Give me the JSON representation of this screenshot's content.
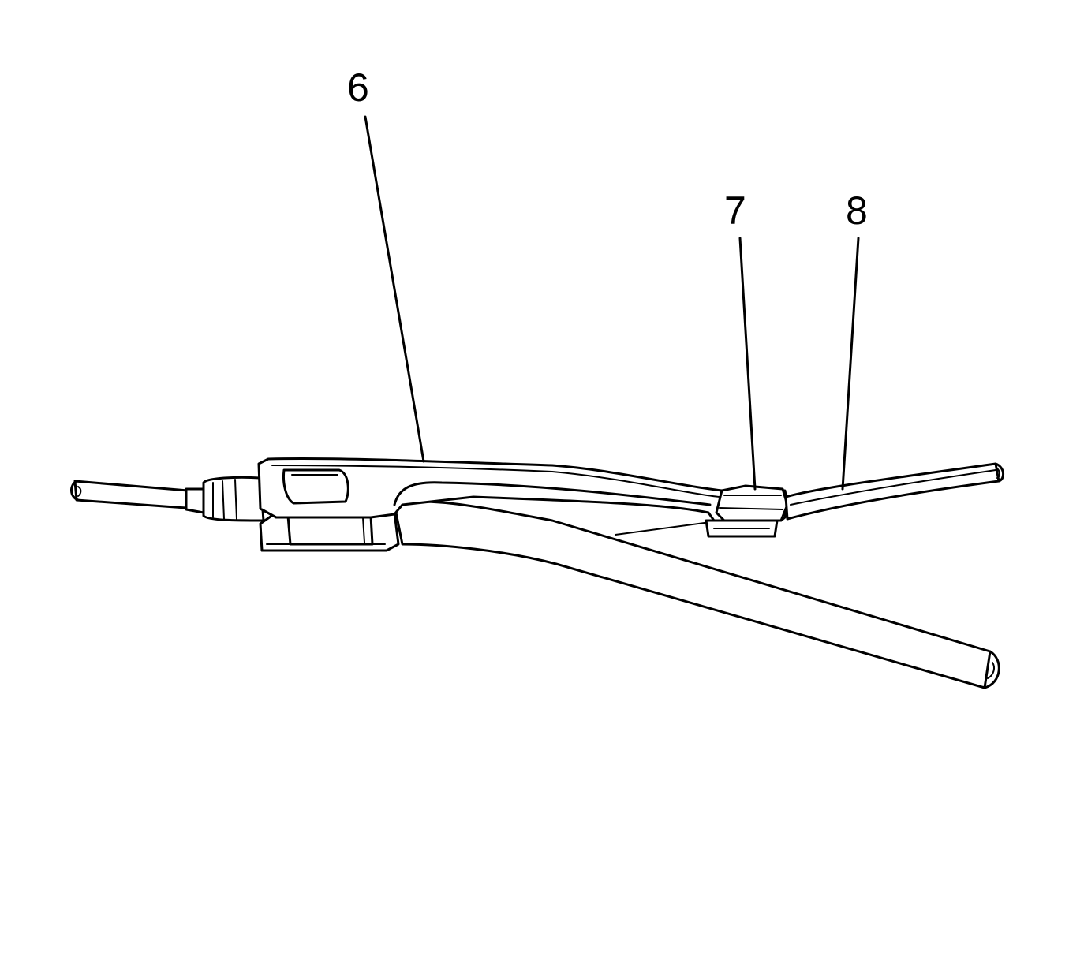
{
  "callouts": [
    {
      "label": "6"
    },
    {
      "label": "7"
    },
    {
      "label": "8"
    }
  ],
  "colors": {
    "line": "#000000",
    "background": "#ffffff"
  }
}
